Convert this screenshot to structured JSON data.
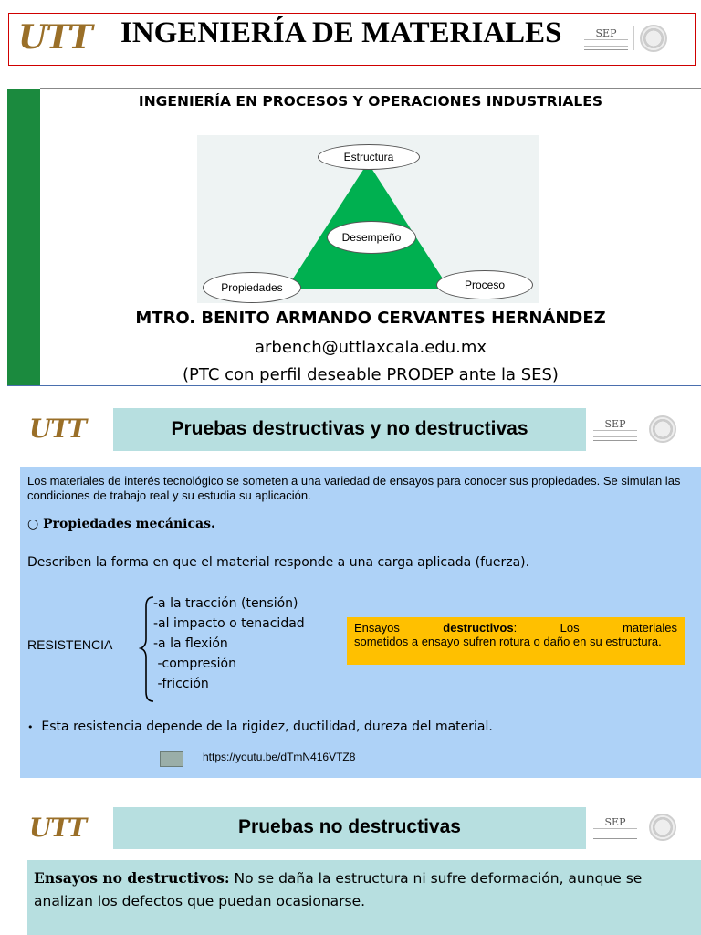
{
  "logos": {
    "utt": "UTT",
    "sep": "SEP"
  },
  "slide1": {
    "title": "INGENIERÍA DE MATERIALES",
    "subtitle": "INGENIERÍA EN PROCESOS Y OPERACIONES INDUSTRIALES",
    "diagram": {
      "top": "Estructura",
      "center": "Desempeño",
      "left": "Propiedades",
      "right": "Proceso"
    },
    "author": "MTRO. BENITO ARMANDO CERVANTES HERNÁNDEZ",
    "email": "arbench@uttlaxcala.edu.mx",
    "note": "(PTC con perfil deseable PRODEP ante la SES)"
  },
  "slide2": {
    "title": "Pruebas destructivas y no destructivas",
    "intro": "Los materiales de interés tecnológico se someten a una variedad de ensayos para conocer sus propiedades. Se simulan las condiciones de trabajo real y su estudia su aplicación.",
    "bullet_marker": "○",
    "bullet": "Propiedades mecánicas.",
    "description": "Describen la forma en que el material responde a una carga aplicada (fuerza).",
    "resistance_label": "RESISTENCIA",
    "resistance_items": [
      "-a la tracción (tensión)",
      "-al impacto o tenacidad",
      "-a la flexión",
      " -compresión",
      " -fricción"
    ],
    "callout_word1": "Ensayos",
    "callout_word2": "destructivos",
    "callout_word3": ":",
    "callout_word4": "Los",
    "callout_word5": "materiales",
    "callout_rest": "sometidos a ensayo sufren rotura o daño en su estructura.",
    "dependency": "Esta resistencia depende de la rigidez, ductilidad, dureza del material.",
    "link": "https://youtu.be/dTmN416VTZ8"
  },
  "slide3": {
    "title": "Pruebas no destructivas",
    "lead": "Ensayos no destructivos:",
    "text": " No se daña la estructura ni sufre deformación, aunque se analizan los defectos que puedan ocasionarse."
  },
  "colors": {
    "green_bar": "#1b8a3e",
    "triangle": "#00b050",
    "header_border": "#d00000",
    "title_bar": "#b7dfe0",
    "panel_blue": "#aed2f7",
    "callout": "#ffc000"
  }
}
